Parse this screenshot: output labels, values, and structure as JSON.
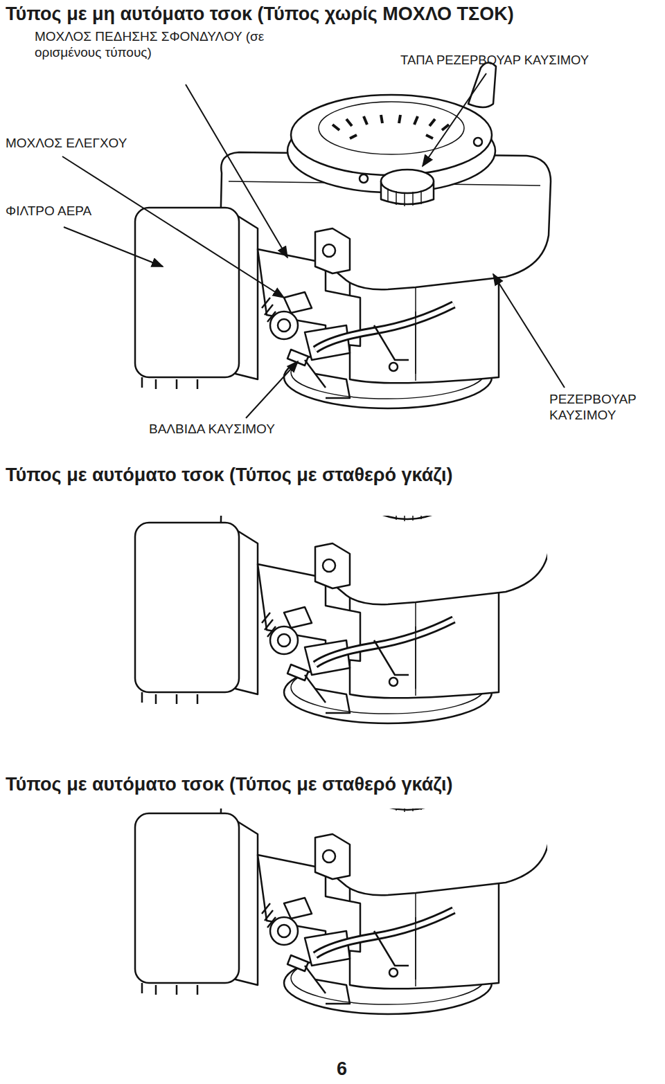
{
  "diagram": {
    "title": "Τύπος με μη αυτόματο τσοκ (Τύπος χωρίς ΜΟΧΛΟ ΤΣΟΚ)",
    "labels": [
      "ΜΟΧΛΟΣ ΠΕΔΗΣΗΣ ΣΦΟΝΔΥΛΟΥ (σε ορισμένους τύπους)",
      "ΤΑΠΑ ΡΕΖΕΡΒΟΥΑΡ ΚΑΥΣΙΜΟΥ",
      "ΜΟΧΛΟΣ ΕΛΕΓΧΟΥ",
      "ΦΙΛΤΡΟ ΑΕΡΑ",
      "ΒΑΛΒΙΔΑ ΚΑΥΣΙΜΟΥ",
      "ΡΕΖΕΡΒΟΥΑΡ ΚΑΥΣΙΜΟΥ",
      "Τύπος με αυτόματο τσοκ (Τύπος με σταθερό γκάζι)",
      "Τύπος με αυτόματο τσοκ (Τύπος με σταθερό γκάζι)",
      "6"
    ]
  }
}
